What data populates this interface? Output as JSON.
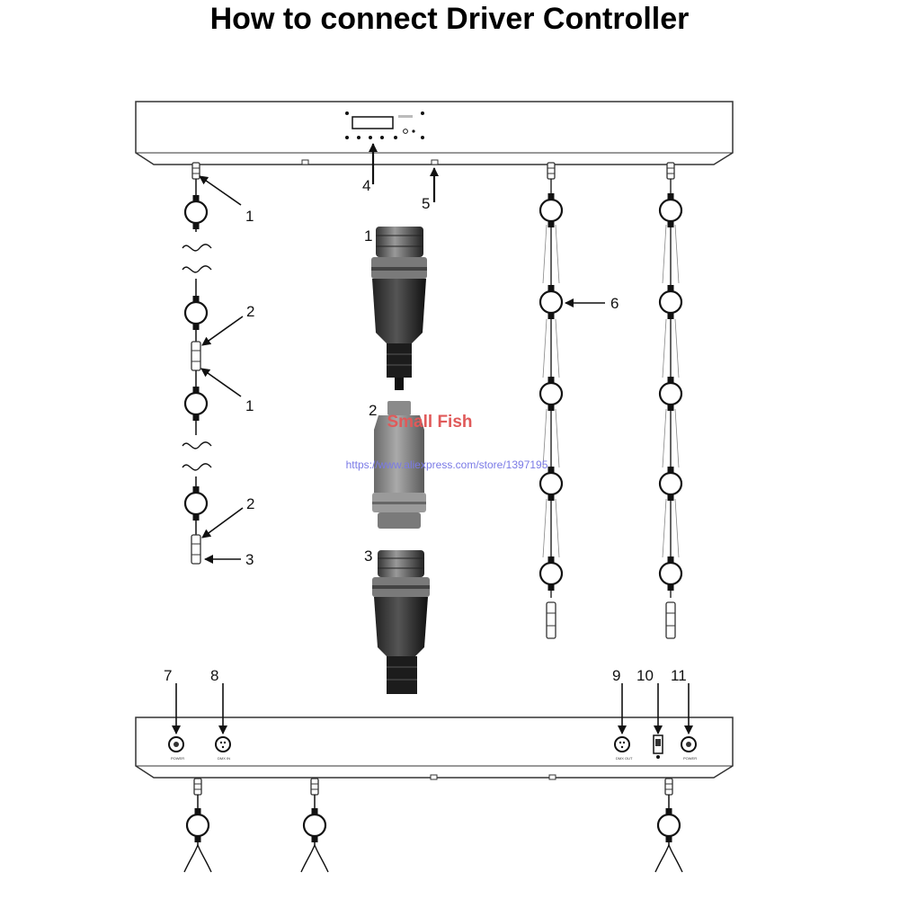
{
  "title": "How to connect Driver Controller",
  "callouts": {
    "c1": "1",
    "c2": "2",
    "c3": "3",
    "c4": "4",
    "c5": "5",
    "c6": "6",
    "c7": "7",
    "c8": "8",
    "c9": "9",
    "c10": "10",
    "c11": "11"
  },
  "connector_labels": {
    "male": "1",
    "coupler": "2",
    "female": "3"
  },
  "watermark": {
    "name": "Small Fish",
    "url": "https://www.aliexpress.com/store/1397195"
  }
}
